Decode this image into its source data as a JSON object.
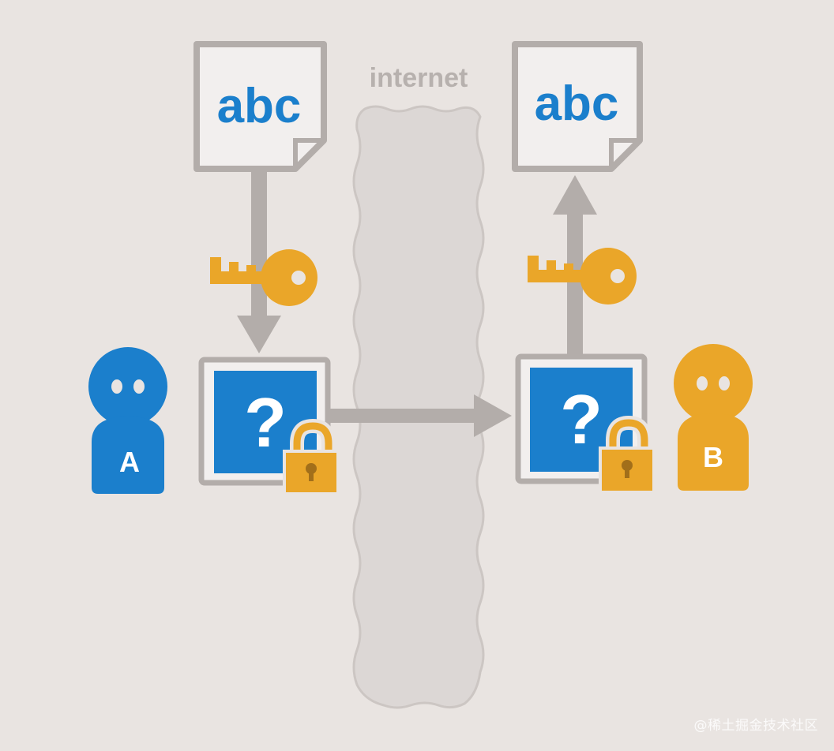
{
  "diagram": {
    "internet_label": "internet",
    "sender": {
      "document_text": "abc",
      "encrypted_symbol": "?",
      "person_label": "A"
    },
    "receiver": {
      "document_text": "abc",
      "encrypted_symbol": "?",
      "person_label": "B"
    },
    "colors": {
      "blue": "#1b7fcc",
      "orange": "#eaa629",
      "gray": "#b3adaa",
      "background": "#e9e4e1",
      "cloud": "#dcd7d5"
    }
  },
  "watermark": "@稀土掘金技术社区"
}
